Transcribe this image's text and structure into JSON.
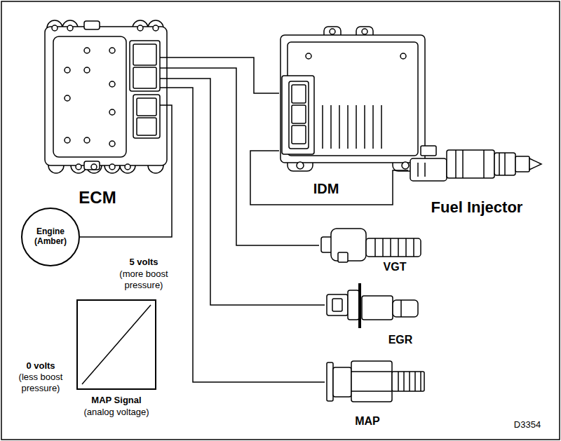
{
  "diagram": {
    "nodes": [
      {
        "text": [
          "ECM"
        ]
      },
      {
        "text": [
          "IDM"
        ]
      },
      {
        "text": [
          "Fuel Injector"
        ]
      },
      {
        "text": [
          "Engine (Amber)"
        ]
      },
      {
        "text": [
          "VGT"
        ]
      },
      {
        "text": [
          "EGR"
        ]
      },
      {
        "text": [
          "MAP"
        ]
      }
    ],
    "edges": [
      {
        "from": 0,
        "to": 1,
        "arrow": "none"
      },
      {
        "from": 1,
        "to": 2,
        "arrow": "none"
      },
      {
        "from": 0,
        "to": 3,
        "arrow": "none"
      },
      {
        "from": 0,
        "to": 4,
        "arrow": "none"
      },
      {
        "from": 0,
        "to": 5,
        "arrow": "none"
      },
      {
        "from": 0,
        "to": 6,
        "arrow": "none"
      }
    ],
    "labels": [
      "5 volts",
      "(more boost pressure)",
      "0 volts",
      "(less boost pressure)",
      "MAP Signal",
      "(analog voltage)",
      "D3354"
    ]
  }
}
